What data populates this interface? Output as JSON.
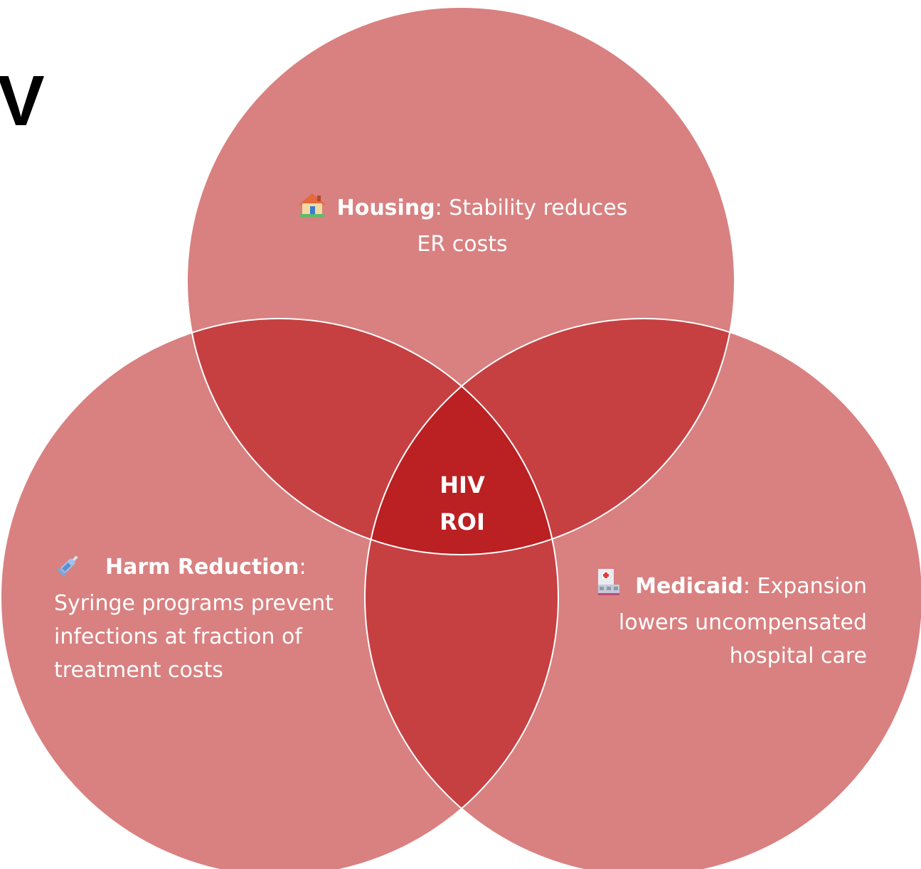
{
  "edge_text": "V",
  "colors": {
    "circle_fill": "#d98080",
    "pairwise_overlap": "#c64042",
    "center_overlap": "#bb2022",
    "outline": "#ffffff",
    "text": "#ffffff"
  },
  "housing": {
    "icon": "house-icon",
    "title": "Housing",
    "sep": ":",
    "text": " Stability reduces",
    "text2": "ER costs"
  },
  "harm_reduction": {
    "icon": "syringe-icon",
    "title": "Harm Reduction",
    "sep": ":",
    "line1": "Syringe programs prevent",
    "line2": "infections at fraction of",
    "line3": "treatment costs"
  },
  "medicaid": {
    "icon": "hospital-icon",
    "title": "Medicaid",
    "sep": ":",
    "text": " Expansion",
    "line2": "lowers uncompensated",
    "line3": "hospital care"
  },
  "center": {
    "line1": "HIV",
    "line2": "ROI"
  }
}
